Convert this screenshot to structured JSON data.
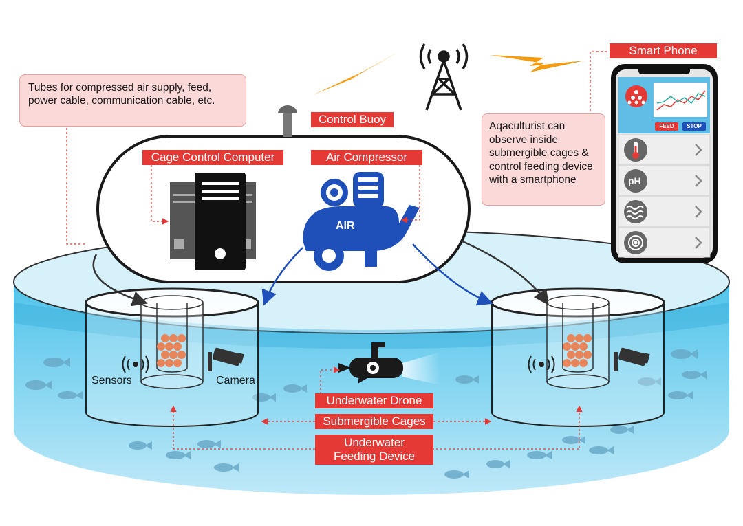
{
  "labels": {
    "tubes_note": "Tubes for compressed air supply, feed, power cable, communication cable, etc.",
    "control_buoy": "Control Buoy",
    "cage_control_computer": "Cage Control Computer",
    "air_compressor": "Air Compressor",
    "air": "AIR",
    "smart_phone": "Smart Phone",
    "aquaculturist_note": "Aqaculturist can observe inside submergible cages & control feeding device with a smartphone",
    "sensors": "Sensors",
    "camera": "Camera",
    "underwater_drone": "Underwater Drone",
    "submergible_cages": "Submergible Cages",
    "underwater_feeding_device": "Underwater Feeding Device"
  },
  "phone": {
    "feed_button": "FEED",
    "stop_button": "STOP",
    "rows": [
      {
        "icon": "thermometer-icon"
      },
      {
        "icon": "ph-icon",
        "text": "pH"
      },
      {
        "icon": "waves-icon"
      },
      {
        "icon": "target-icon"
      }
    ]
  },
  "colors": {
    "accent_red": "#e53935",
    "label_pink": "#fbd9d9",
    "water": "#4fc3ea",
    "water_deep": "#2aa7d6",
    "compressor_blue": "#1f4fb8",
    "lightning": "#f39c12"
  }
}
